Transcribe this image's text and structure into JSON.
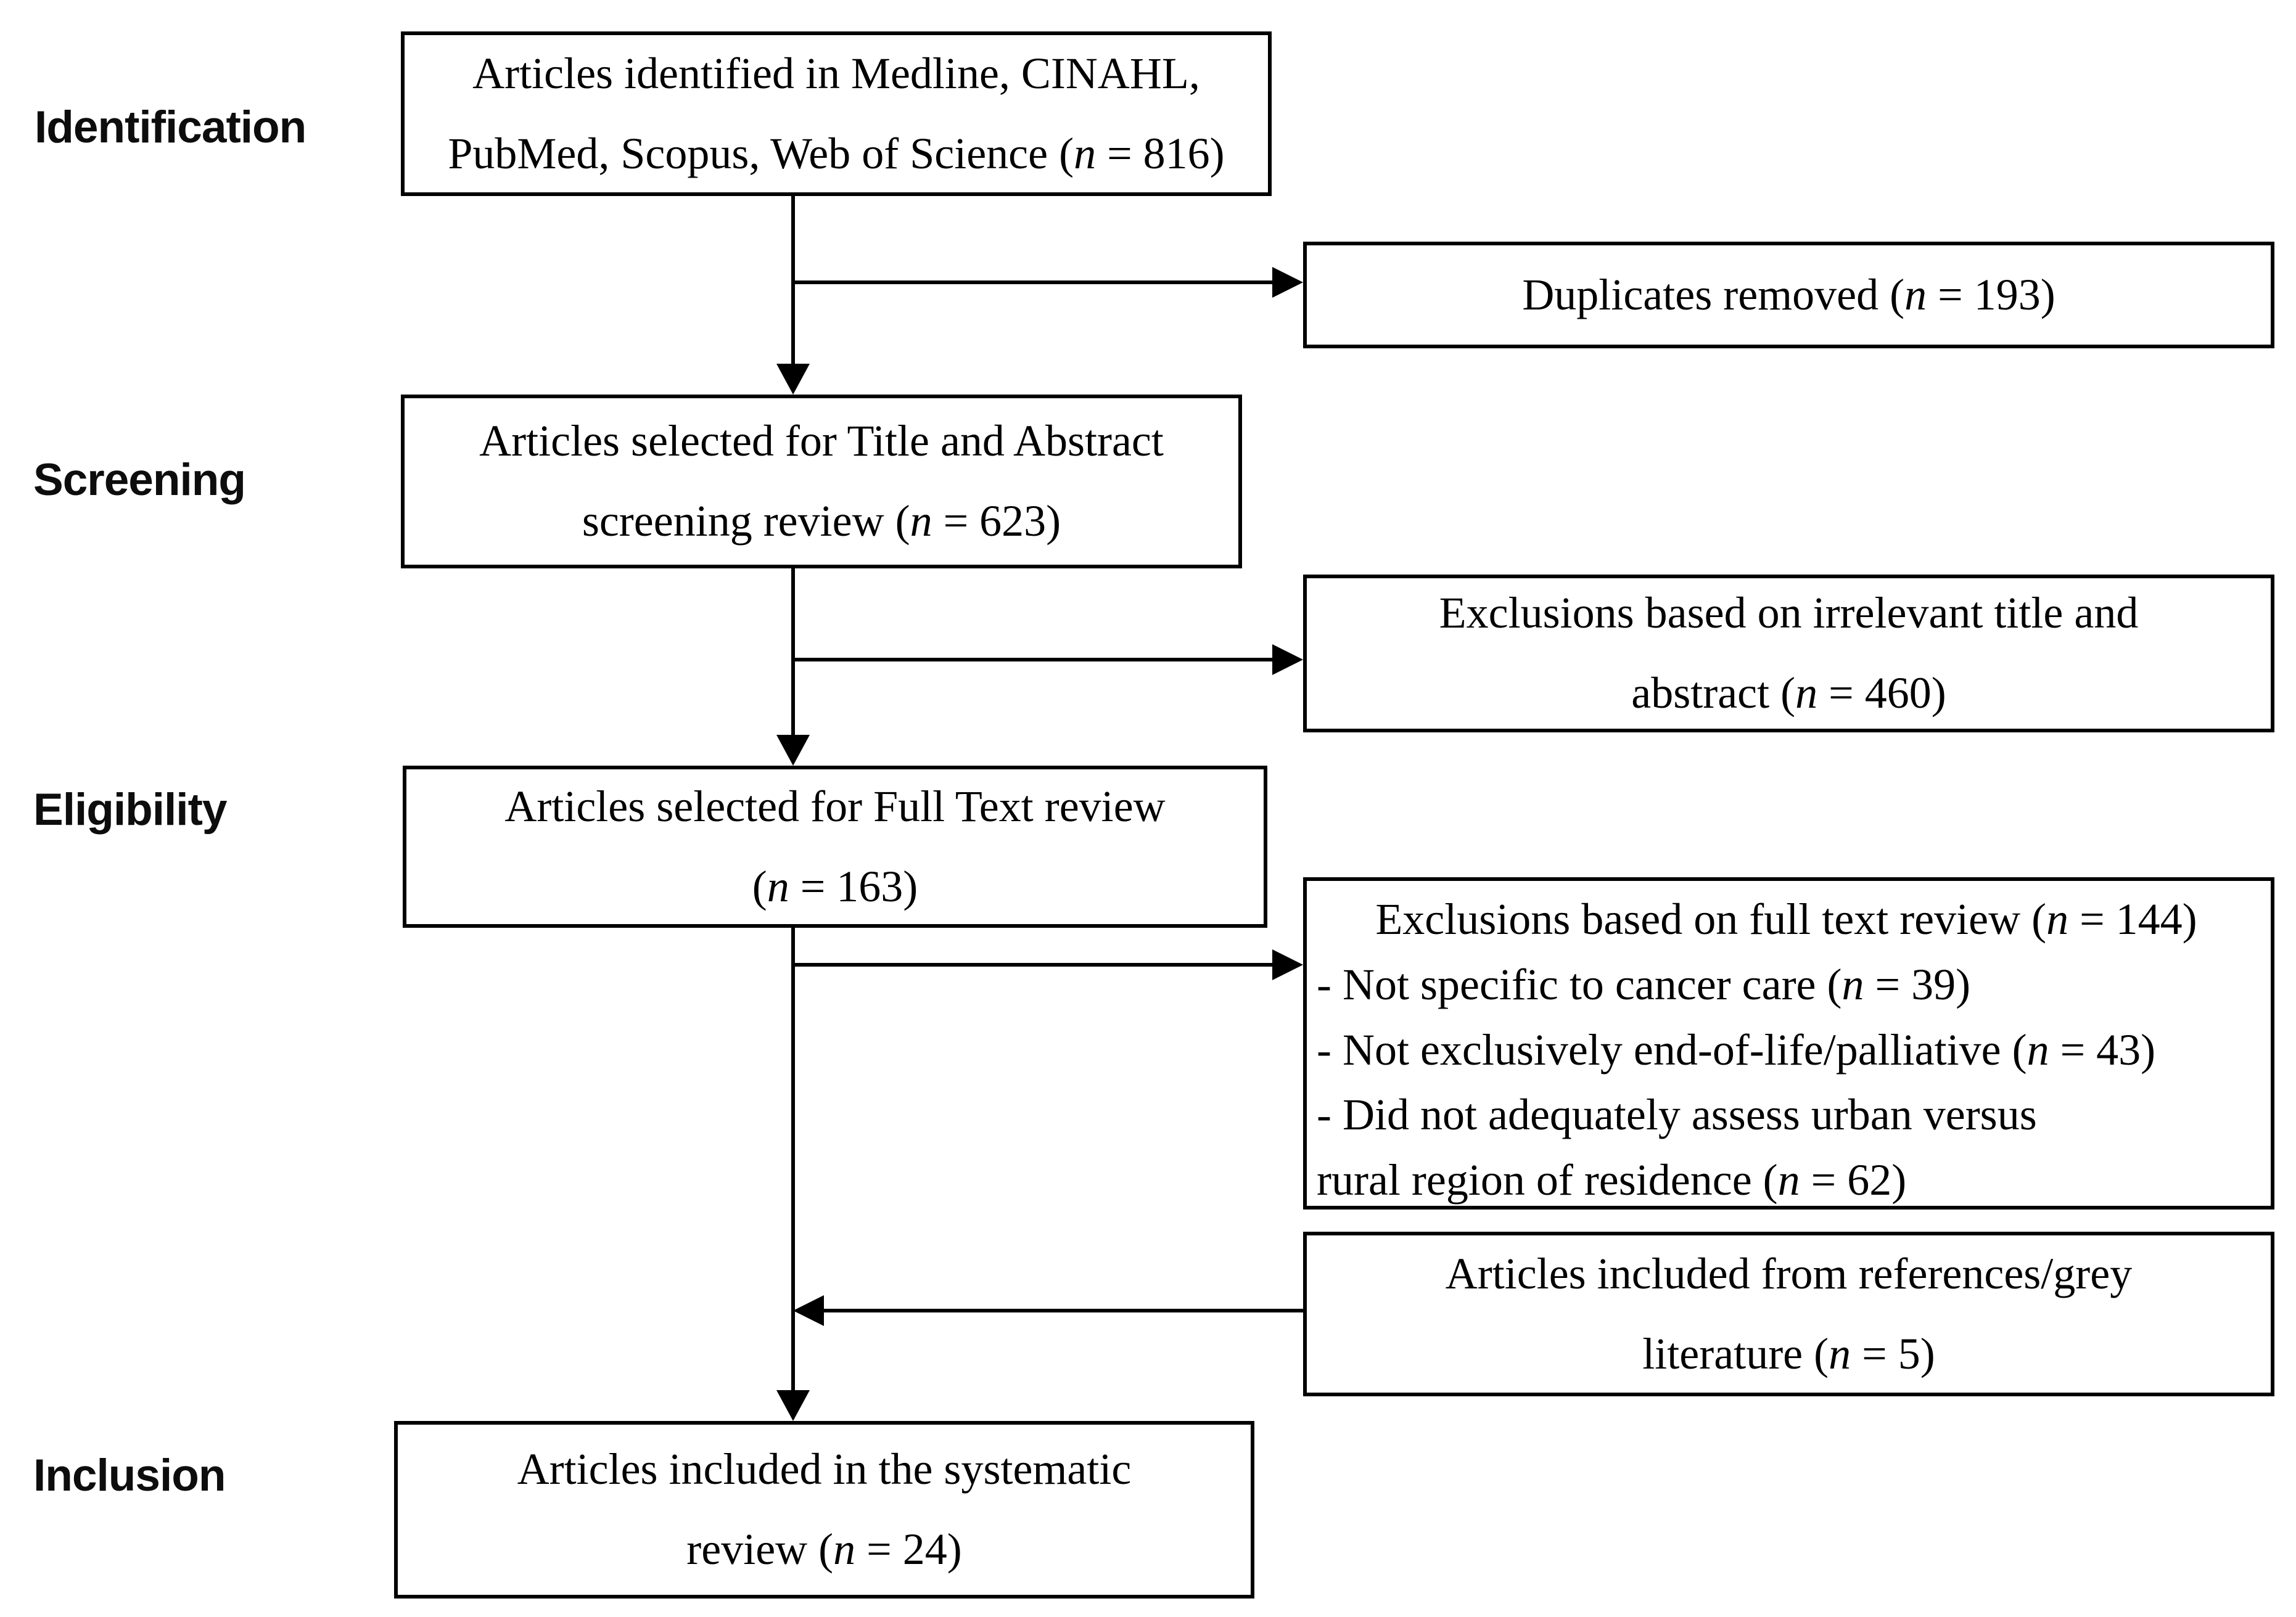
{
  "colors": {
    "background": "#ffffff",
    "box_border": "#000000",
    "text": "#000000",
    "connector": "#000000"
  },
  "stages": {
    "identification": "Identification",
    "screening": "Screening",
    "eligibility": "Eligibility",
    "inclusion": "Inclusion"
  },
  "flow_boxes": {
    "identified": {
      "lines": [
        "Articles identified in Medline, CINAHL,",
        "PubMed, Scopus, Web of Science (n = 816)"
      ]
    },
    "title_abstract_screening": {
      "lines": [
        "Articles selected for Title and Abstract",
        "screening review (n = 623)"
      ]
    },
    "full_text_review": {
      "lines": [
        "Articles selected for Full Text review",
        "(n = 163)"
      ]
    },
    "included": {
      "lines": [
        "Articles included in the systematic",
        "review (n = 24)"
      ]
    }
  },
  "side_boxes": {
    "duplicates_removed": {
      "lines": [
        "Duplicates removed (n = 193)"
      ]
    },
    "irrelevant_title_abstract": {
      "lines": [
        "Exclusions based on irrelevant title and",
        "abstract (n = 460)"
      ]
    },
    "full_text_exclusions": {
      "lines": [
        "Exclusions based on full text review (n = 144)",
        "- Not specific to cancer care (n = 39)",
        "- Not exclusively end-of-life/palliative (n = 43)",
        "- Did not adequately assess urban versus",
        "rural region of residence (n = 62)"
      ]
    },
    "grey_literature": {
      "lines": [
        "Articles included from references/grey",
        "literature (n = 5)"
      ]
    }
  }
}
